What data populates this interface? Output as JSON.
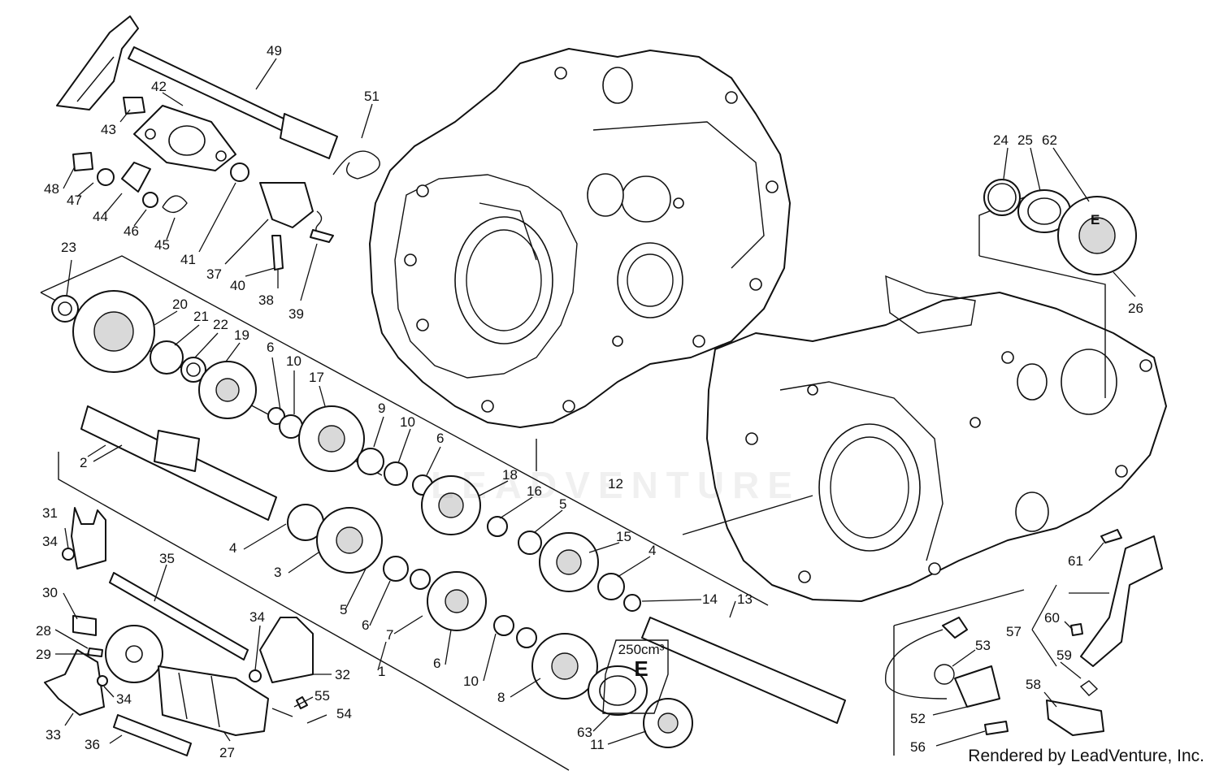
{
  "credit": "Rendered by LeadVenture, Inc.",
  "watermark": "LEADVENTURE",
  "variant": {
    "displacement": "250cm³",
    "letter": "E"
  },
  "gear_marks": {
    "sprocket_letter": "E"
  },
  "part_labels": [
    {
      "id": "1",
      "text": "1"
    },
    {
      "id": "2",
      "text": "2"
    },
    {
      "id": "3",
      "text": "3"
    },
    {
      "id": "4a",
      "text": "4"
    },
    {
      "id": "4b",
      "text": "4"
    },
    {
      "id": "5a",
      "text": "5"
    },
    {
      "id": "5b",
      "text": "5"
    },
    {
      "id": "6a",
      "text": "6"
    },
    {
      "id": "6b",
      "text": "6"
    },
    {
      "id": "6c",
      "text": "6"
    },
    {
      "id": "6d",
      "text": "6"
    },
    {
      "id": "7",
      "text": "7"
    },
    {
      "id": "8",
      "text": "8"
    },
    {
      "id": "9",
      "text": "9"
    },
    {
      "id": "10a",
      "text": "10"
    },
    {
      "id": "10b",
      "text": "10"
    },
    {
      "id": "10c",
      "text": "10"
    },
    {
      "id": "11",
      "text": "11"
    },
    {
      "id": "12",
      "text": "12"
    },
    {
      "id": "13",
      "text": "13"
    },
    {
      "id": "14",
      "text": "14"
    },
    {
      "id": "15",
      "text": "15"
    },
    {
      "id": "16",
      "text": "16"
    },
    {
      "id": "17",
      "text": "17"
    },
    {
      "id": "18",
      "text": "18"
    },
    {
      "id": "19",
      "text": "19"
    },
    {
      "id": "20",
      "text": "20"
    },
    {
      "id": "21",
      "text": "21"
    },
    {
      "id": "22",
      "text": "22"
    },
    {
      "id": "23",
      "text": "23"
    },
    {
      "id": "24",
      "text": "24"
    },
    {
      "id": "25",
      "text": "25"
    },
    {
      "id": "26",
      "text": "26"
    },
    {
      "id": "27",
      "text": "27"
    },
    {
      "id": "28",
      "text": "28"
    },
    {
      "id": "29",
      "text": "29"
    },
    {
      "id": "30",
      "text": "30"
    },
    {
      "id": "31",
      "text": "31"
    },
    {
      "id": "32",
      "text": "32"
    },
    {
      "id": "33",
      "text": "33"
    },
    {
      "id": "34a",
      "text": "34"
    },
    {
      "id": "34b",
      "text": "34"
    },
    {
      "id": "34c",
      "text": "34"
    },
    {
      "id": "35",
      "text": "35"
    },
    {
      "id": "36",
      "text": "36"
    },
    {
      "id": "37",
      "text": "37"
    },
    {
      "id": "38",
      "text": "38"
    },
    {
      "id": "39",
      "text": "39"
    },
    {
      "id": "40",
      "text": "40"
    },
    {
      "id": "41",
      "text": "41"
    },
    {
      "id": "42",
      "text": "42"
    },
    {
      "id": "43",
      "text": "43"
    },
    {
      "id": "44",
      "text": "44"
    },
    {
      "id": "45",
      "text": "45"
    },
    {
      "id": "46",
      "text": "46"
    },
    {
      "id": "47",
      "text": "47"
    },
    {
      "id": "48",
      "text": "48"
    },
    {
      "id": "49",
      "text": "49"
    },
    {
      "id": "51",
      "text": "51"
    },
    {
      "id": "52",
      "text": "52"
    },
    {
      "id": "53",
      "text": "53"
    },
    {
      "id": "54",
      "text": "54"
    },
    {
      "id": "55",
      "text": "55"
    },
    {
      "id": "56",
      "text": "56"
    },
    {
      "id": "57",
      "text": "57"
    },
    {
      "id": "58",
      "text": "58"
    },
    {
      "id": "59",
      "text": "59"
    },
    {
      "id": "60",
      "text": "60"
    },
    {
      "id": "61",
      "text": "61"
    },
    {
      "id": "62",
      "text": "62"
    },
    {
      "id": "63",
      "text": "63"
    }
  ]
}
